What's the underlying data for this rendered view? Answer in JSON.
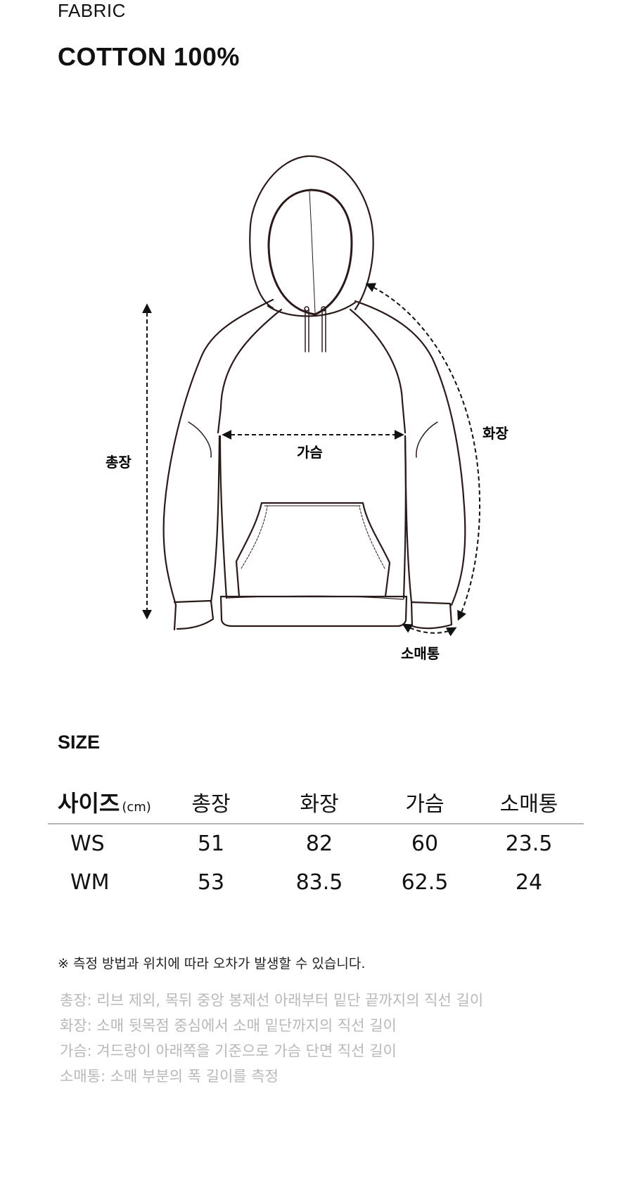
{
  "fabric": {
    "label": "FABRIC",
    "value": "COTTON 100%"
  },
  "diagram": {
    "labels": {
      "length": "총장",
      "chest": "가슴",
      "sleeve": "화장",
      "cuff": "소매통"
    },
    "colors": {
      "outline": "#2a1a1a",
      "dash": "#111111"
    }
  },
  "size": {
    "heading": "SIZE",
    "table": {
      "header_first": "사이즈",
      "header_unit": "(cm)",
      "headers": [
        "총장",
        "화장",
        "가슴",
        "소매통"
      ],
      "rows": [
        {
          "label": "WS",
          "values": [
            "51",
            "82",
            "60",
            "23.5"
          ]
        },
        {
          "label": "WM",
          "values": [
            "53",
            "83.5",
            "62.5",
            "24"
          ]
        }
      ]
    }
  },
  "notes": {
    "notice": "※ 측정 방법과 위치에 따라 오차가 발생할 수 있습니다.",
    "definitions": [
      "총장: 리브 제외, 목뒤 중앙 봉제선 아래부터 밑단 끝까지의 직선 길이",
      "화장: 소매 뒷목점 중심에서 소매 밑단까지의 직선 길이",
      "가슴: 겨드랑이 아래쪽을 기준으로 가슴 단면 직선 길이",
      "소매통: 소매 부분의 폭 길이를 측정"
    ]
  }
}
